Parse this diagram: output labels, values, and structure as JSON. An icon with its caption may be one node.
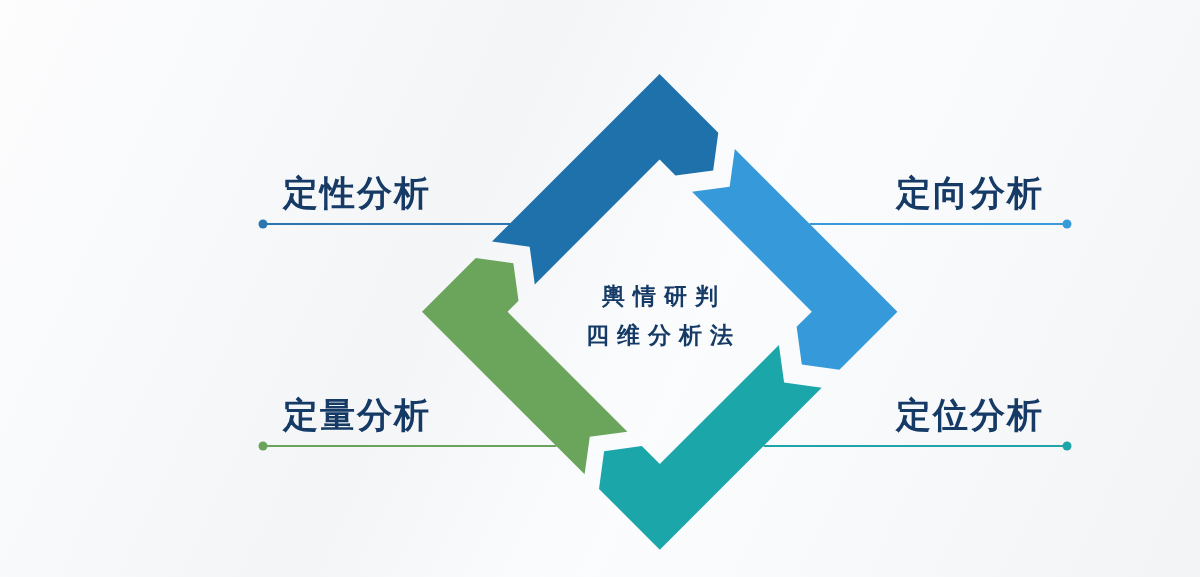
{
  "diagram": {
    "nodes": [
      {
        "text": [
          "定性分析"
        ]
      },
      {
        "text": [
          "定向分析"
        ]
      },
      {
        "text": [],
        "shape": "band"
      },
      {
        "text": [],
        "shape": "band"
      },
      {
        "text": [],
        "shape": "band"
      },
      {
        "text": [],
        "shape": "band"
      },
      {
        "text": [
          "定量分析"
        ]
      },
      {
        "text": [
          "定位分析"
        ]
      }
    ],
    "edges": [
      {
        "from": 0,
        "to": 2,
        "arrow": "other",
        "color": "#2a76b0"
      },
      {
        "from": 1,
        "to": 3,
        "arrow": "other",
        "color": "#3a9ad9"
      },
      {
        "from": 6,
        "to": 4,
        "arrow": "other",
        "color": "#6aa35a"
      },
      {
        "from": 7,
        "to": 5,
        "arrow": "other",
        "color": "#1ea5a8"
      }
    ],
    "labels": [
      "輿情研判四维分析法"
    ]
  }
}
